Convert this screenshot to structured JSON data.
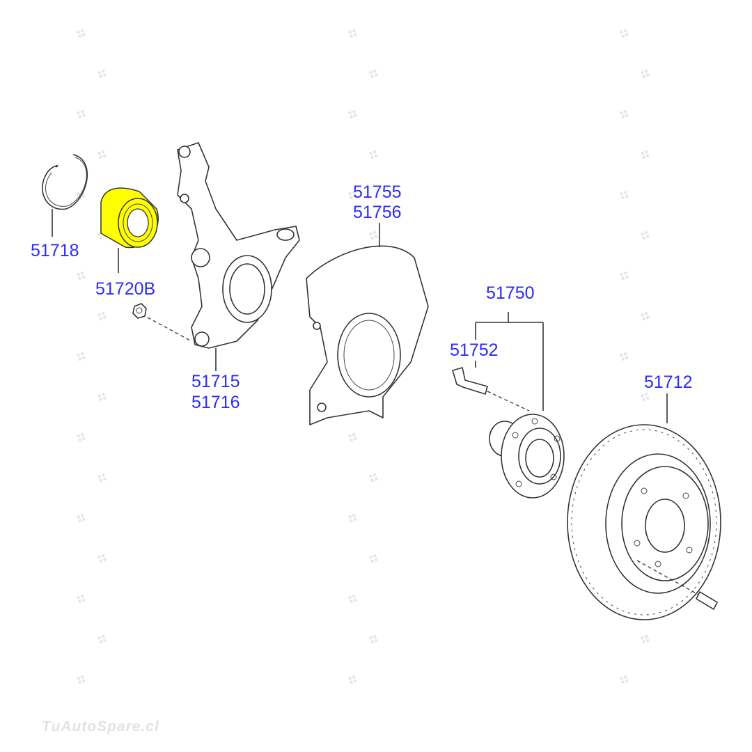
{
  "watermark": "TuAutoSpare.cl",
  "colors": {
    "label": "#2b2bff",
    "highlight": "#ffff00",
    "line": "#333333",
    "watermark": "#e2e2e2"
  },
  "parts": {
    "snap_ring": "51718",
    "bearing": "51720B",
    "knuckle_lh": "51715",
    "knuckle_rh": "51716",
    "dust_cover_lh": "51755",
    "dust_cover_rh": "51756",
    "hub_assy": "51750",
    "hub_bolt": "51752",
    "brake_disc": "51712"
  }
}
